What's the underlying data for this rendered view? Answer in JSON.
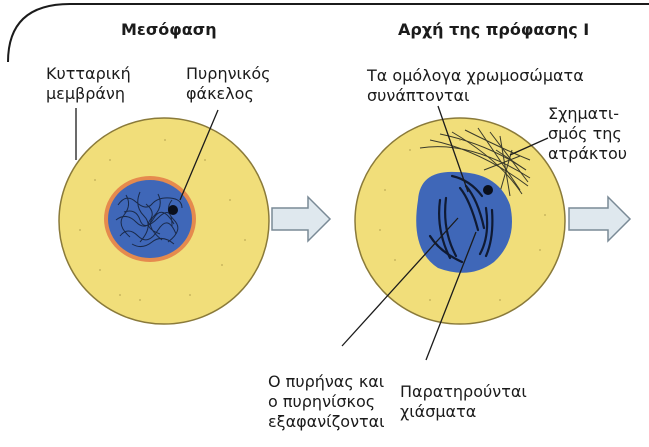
{
  "panels": [
    {
      "title": "Μεσόφαση",
      "labels": {
        "cell_membrane": [
          "Κυτταρική",
          "μεμβράνη"
        ],
        "nuclear_envelope": [
          "Πυρηνικός",
          "φάκελος"
        ]
      }
    },
    {
      "title": "Αρχή της πρόφασης Ι",
      "labels": {
        "homologous": [
          "Τα ομόλογα χρωμοσώματα",
          "συνάπτονται"
        ],
        "spindle": [
          "Σχηματι-",
          "σμός της",
          "ατράκτου"
        ],
        "nucleus_disappear": [
          "Ο πυρήνας και",
          "ο πυρηνίσκος",
          "εξαφανίζονται"
        ],
        "chiasmata": [
          "Παρατηρούνται",
          "χιάσματα"
        ]
      }
    }
  ],
  "colors": {
    "cytoplasm": "#f1de7a",
    "cytoplasm_edge": "#8a7a3a",
    "nucleus": "#3f67b8",
    "nucleus_rim": "#e58a4e",
    "chromatin": "#1a2a4a",
    "arrow_fill": "#dfe8ee",
    "arrow_stroke": "#7a8a96"
  }
}
